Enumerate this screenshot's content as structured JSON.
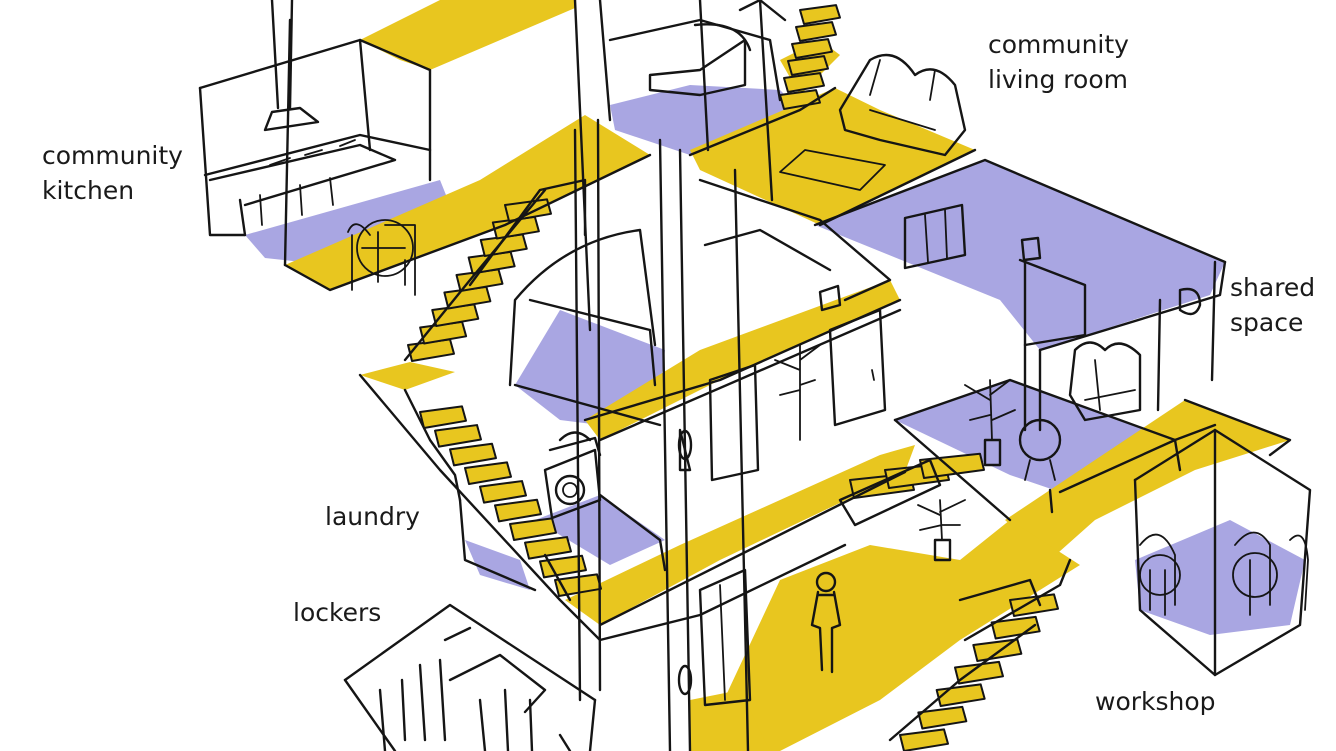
{
  "labels": {
    "community_kitchen": [
      "community",
      "kitchen"
    ],
    "community_living_room": [
      "community",
      "living room"
    ],
    "shared_space": [
      "shared",
      "space"
    ],
    "laundry": "laundry",
    "lockers": "lockers",
    "workshop": "workshop"
  },
  "colors": {
    "circulation_yellow": "#e8c61f",
    "room_floor_lavender": "#a9a6e2",
    "ink": "#151515"
  }
}
